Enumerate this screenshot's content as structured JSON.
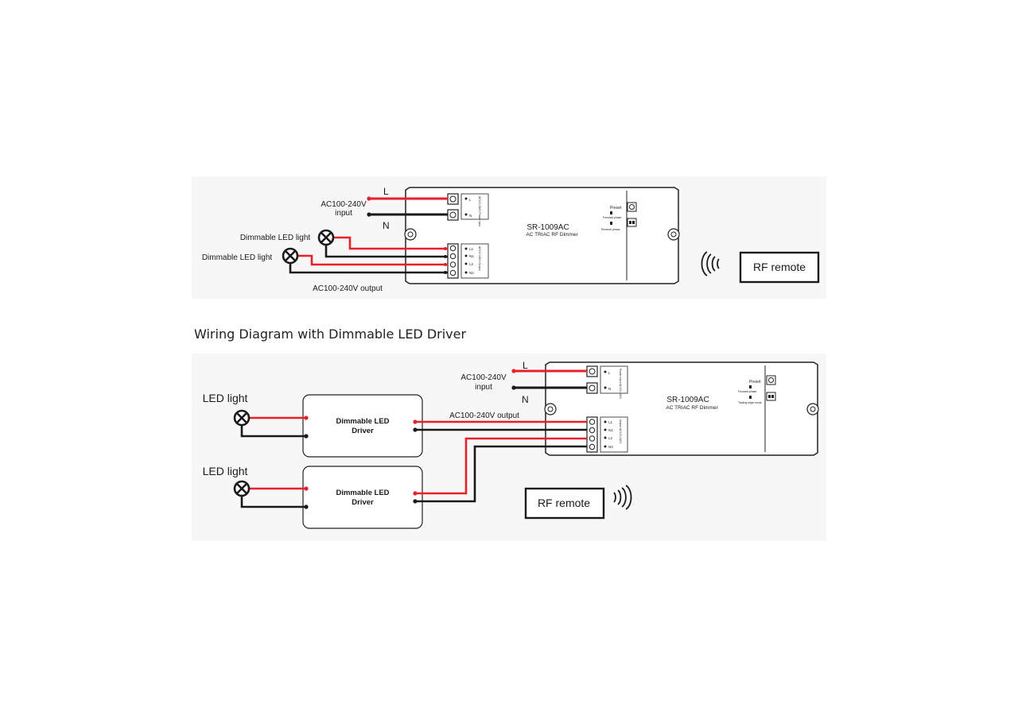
{
  "colors": {
    "red": "#e8202a",
    "black": "#1a1a1a",
    "panel": "#f7f7f7"
  },
  "diagram1": {
    "line_L": "L",
    "line_N": "N",
    "input_label": [
      "AC100-240V",
      "input"
    ],
    "lamp1_label": "Dimmable LED light",
    "lamp2_label": "Dimmable LED light",
    "output_label": "AC100-240V output",
    "device_name": "SR-1009AC",
    "device_sub": "AC TRIAC RF Dimmer",
    "input_term": [
      "L",
      "N"
    ],
    "input_block_text": "AC100-240V Power input",
    "output_term": [
      "L1",
      "N1",
      "L2",
      "N2"
    ],
    "output_block_text": "AC100-240V Output",
    "preset": "Preset",
    "phase1": "Forward phase",
    "phase2": "Reverse phase",
    "rf_remote": "RF remote"
  },
  "heading2": "Wiring Diagram with Dimmable LED Driver",
  "diagram2": {
    "line_L": "L",
    "line_N": "N",
    "input_label": [
      "AC100-240V",
      "input"
    ],
    "led1_label": "LED light",
    "led2_label": "LED light",
    "driver1": [
      "Dimmable LED",
      "Driver"
    ],
    "driver2": [
      "Dimmable LED",
      "Driver"
    ],
    "output_label": "AC100-240V output",
    "device_name": "SR-1009AC",
    "device_sub": "AC TRIAC RF Dimmer",
    "input_term": [
      "L",
      "N"
    ],
    "input_block_text": "Power input AC100-240V",
    "output_term": [
      "L1",
      "N1",
      "L2",
      "N2"
    ],
    "output_block_text": "Output AC100-240V",
    "preset": "Preset",
    "phase1": "Forward phase",
    "phase2": "Trailing edge mode",
    "rf_remote": "RF remote"
  }
}
